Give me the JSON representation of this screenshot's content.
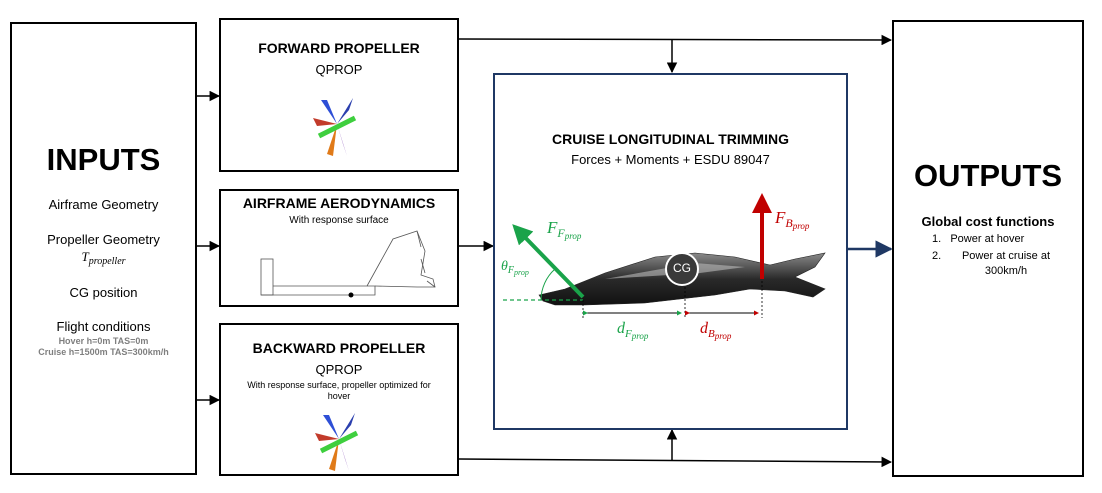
{
  "inputs": {
    "title": "INPUTS",
    "items": [
      "Airframe Geometry",
      "Propeller Geometry",
      "CG position",
      "Flight conditions"
    ],
    "thrust_symbol": "T",
    "thrust_subscript": "propeller",
    "flight_condition_lines": [
      "Hover h=0m TAS=0m",
      "Cruise h=1500m TAS=300km/h"
    ]
  },
  "forward_propeller": {
    "title": "FORWARD PROPELLER",
    "subtitle": "QPROP"
  },
  "airframe": {
    "title": "AIRFRAME AERODYNAMICS",
    "subtitle": "With response surface"
  },
  "backward_propeller": {
    "title": "BACKWARD PROPELLER",
    "subtitle": "QPROP",
    "note": "With response surface, propeller optimized for hover"
  },
  "trimming": {
    "title": "CRUISE LONGITUDINAL TRIMMING",
    "subtitle": "Forces + Moments + ESDU 89047",
    "cg_label": "CG",
    "symbols": {
      "force_forward": {
        "main": "F",
        "sub": "F",
        "subsub": "prop"
      },
      "force_backward": {
        "main": "F",
        "sub": "B",
        "subsub": "prop"
      },
      "theta_forward": {
        "main": "θ",
        "sub": "F",
        "subsub": "prop"
      },
      "dist_forward": {
        "main": "d",
        "sub": "F",
        "subsub": "prop"
      },
      "dist_backward": {
        "main": "d",
        "sub": "B",
        "subsub": "prop"
      }
    },
    "colors": {
      "forward": "#1aa34a",
      "backward": "#c00000",
      "frame": "#1f3864"
    }
  },
  "outputs": {
    "title": "OUTPUTS",
    "heading": "Global cost functions",
    "items": [
      "Power at hover",
      "Power at cruise at 300km/h"
    ]
  }
}
